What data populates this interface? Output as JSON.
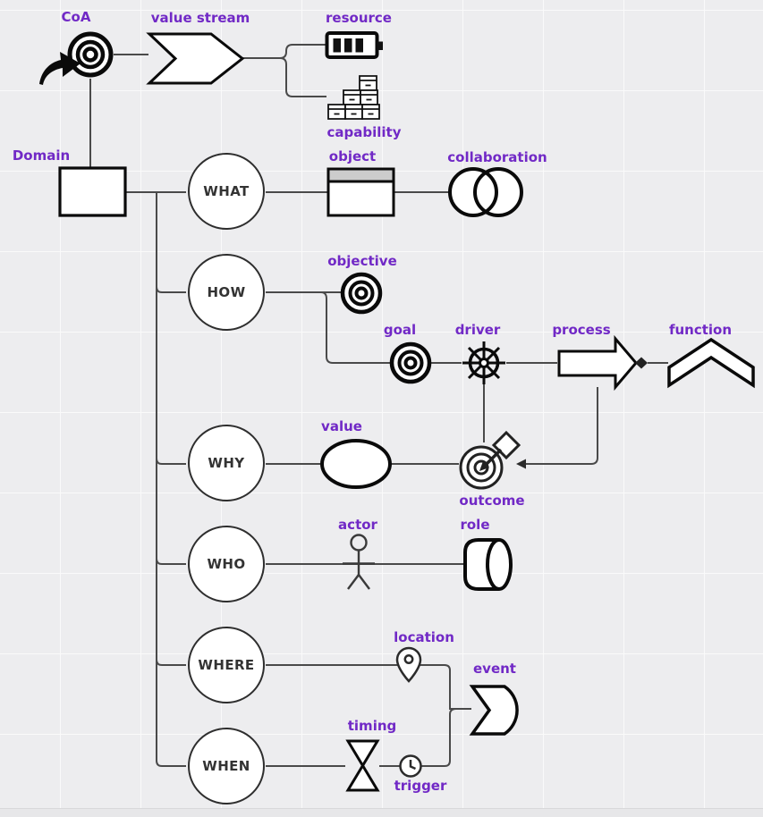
{
  "diagram": {
    "type": "concept-relationship-diagram",
    "colors": {
      "label_text": "#7129c6",
      "question_text": "#333333",
      "shape_stroke": "#0a0a0a",
      "connector": "#4a4a4a",
      "canvas_background": "#ededef",
      "grid_line": "#fafafa",
      "object_header_fill": "#cccccc",
      "shape_fill": "#ffffff"
    },
    "questions": [
      "WHAT",
      "HOW",
      "WHY",
      "WHO",
      "WHERE",
      "WHEN"
    ],
    "labels": {
      "coa": "CoA",
      "value_stream": "value stream",
      "resource": "resource",
      "capability": "capability",
      "domain": "Domain",
      "object": "object",
      "collaboration": "collaboration",
      "objective": "objective",
      "goal": "goal",
      "driver": "driver",
      "process": "process",
      "function": "function",
      "value": "value",
      "outcome": "outcome",
      "actor": "actor",
      "role": "role",
      "location": "location",
      "event": "event",
      "timing": "timing",
      "trigger": "trigger"
    },
    "icons": {
      "coa": "bullseye-target-icon",
      "coa_pointer": "curved-arrow-icon",
      "value_stream": "chevron-band-arrow-icon",
      "resource": "battery-icon",
      "capability": "stacked-crates-icon",
      "domain": "rectangle-icon",
      "object": "titled-rectangle-icon",
      "collaboration": "overlapping-circles-icon",
      "objective": "bullseye-target-icon",
      "goal": "bullseye-target-icon",
      "driver": "helm-wheel-icon",
      "process": "block-arrow-icon",
      "function": "chevron-icon",
      "value": "ellipse-icon",
      "outcome": "target-with-dart-icon",
      "actor": "stick-figure-icon",
      "role": "cylinder-icon",
      "location": "map-pin-icon",
      "event": "round-notched-event-icon",
      "timing": "hourglass-icon",
      "trigger": "clock-icon"
    }
  }
}
